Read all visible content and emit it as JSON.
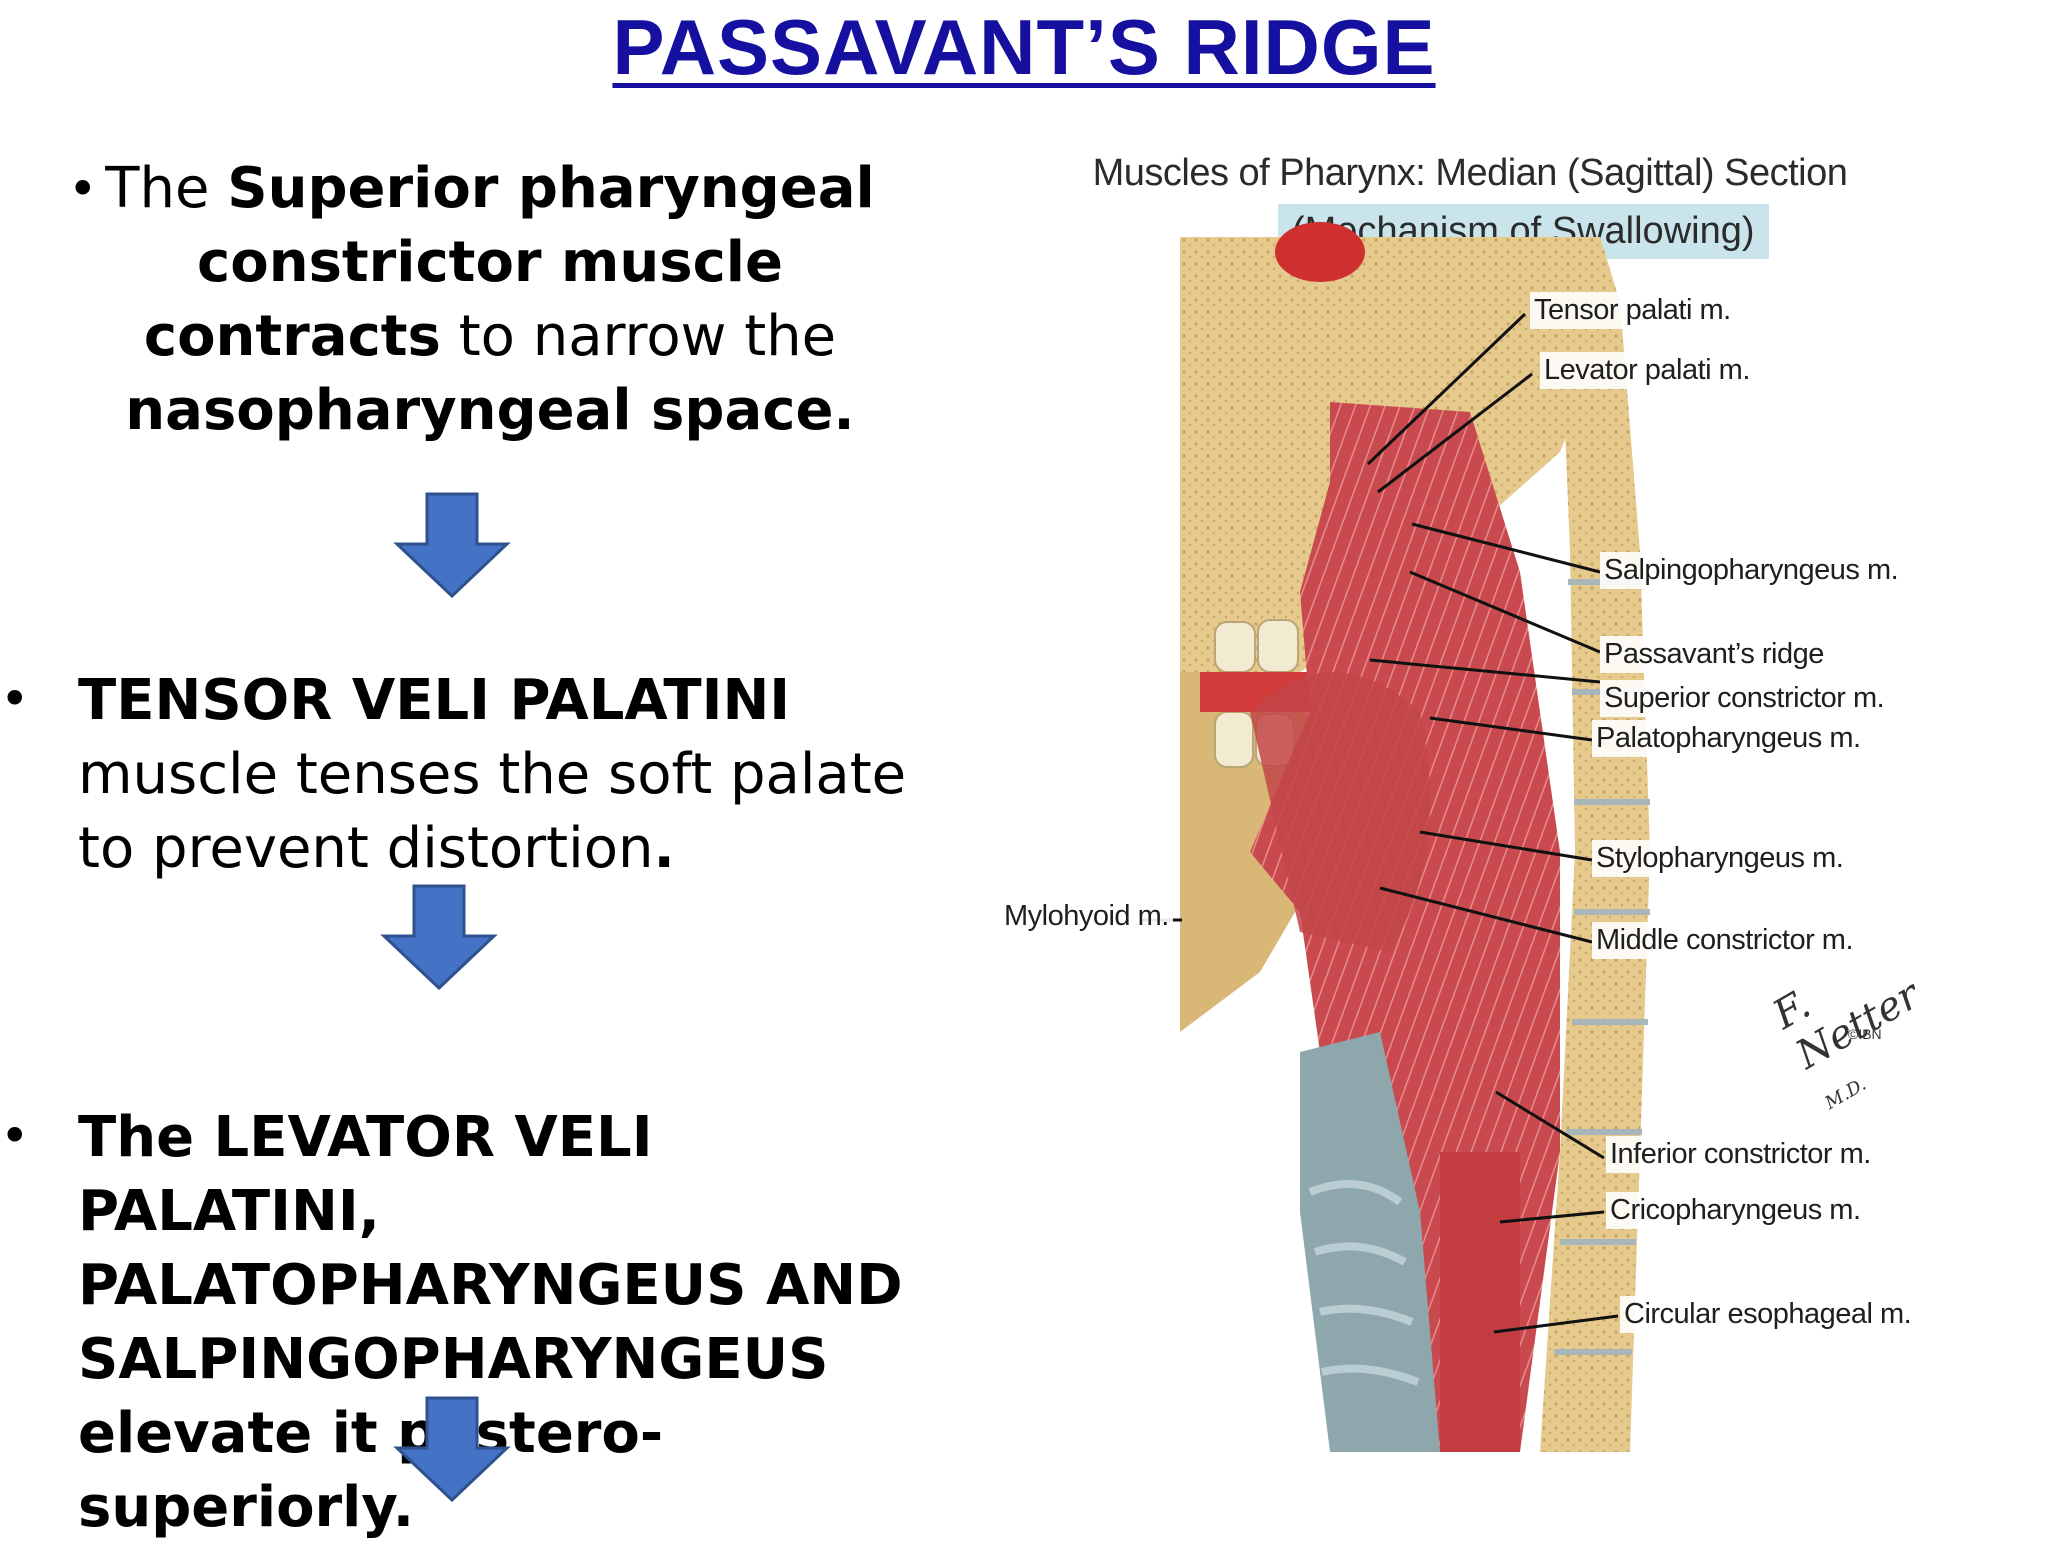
{
  "slide": {
    "title": "PASSAVANT’S RIDGE",
    "bullet_char": "•",
    "p1": {
      "t1": "The ",
      "b1": "Superior pharyngeal constrictor muscle contracts",
      "t2": " to narrow the ",
      "b2": "nasopharyngeal space."
    },
    "p2": {
      "b1": "TENSOR VELI PALATINI",
      "t1": " muscle tenses the soft palate to prevent distortion",
      "b2": "."
    },
    "p3": {
      "b1": "The LEVATOR VELI PALATINI, PALATOPHARYNGEUS AND SALPINGOPHARYNGEUS elevate it postero-superiorly."
    },
    "arrow_color": "#4472c4"
  },
  "figure": {
    "title": "Muscles of Pharynx: Median (Sagittal) Section",
    "subtitle": "(Mechanism of Swallowing)",
    "labels": {
      "tensor": "Tensor palati m.",
      "levator": "Levator palati m.",
      "salpingo": "Salpingopharyngeus m.",
      "passavant": "Passavant’s ridge",
      "superior": "Superior constrictor m.",
      "palato": "Palatopharyngeus m.",
      "stylo": "Stylopharyngeus m.",
      "middle": "Middle constrictor m.",
      "mylohyoid": "Mylohyoid m.",
      "inferior": "Inferior constrictor m.",
      "crico": "Cricopharyngeus m.",
      "circular": "Circular esophageal m."
    },
    "signature": "F. Netter",
    "signature_mark": "M.D.",
    "credit": "©IBN"
  }
}
